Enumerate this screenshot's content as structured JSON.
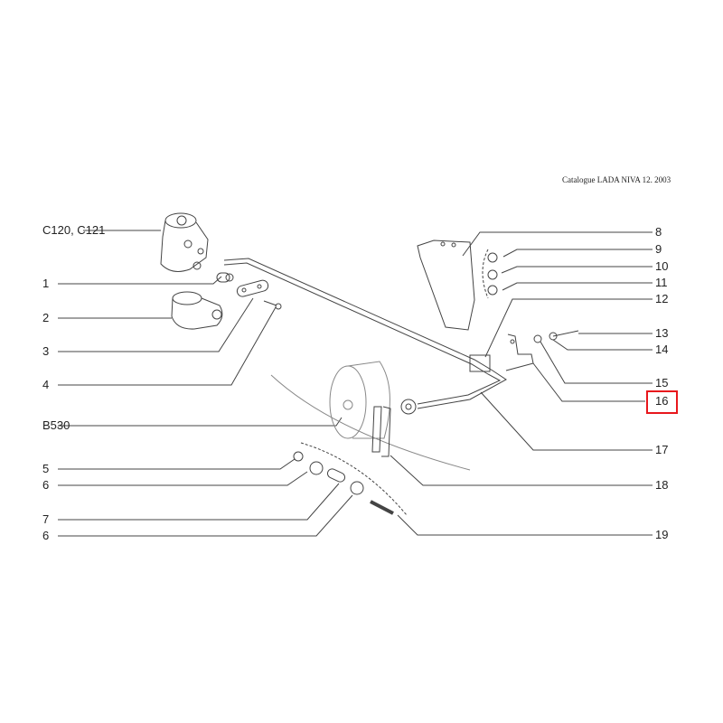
{
  "header": {
    "catalog": "Catalogue LADA NIVA 12. 2003"
  },
  "callouts_left": [
    "C120, C121",
    "1",
    "2",
    "3",
    "4",
    "B530",
    "5",
    "6",
    "7",
    "6"
  ],
  "callouts_right": [
    "8",
    "9",
    "10",
    "11",
    "12",
    "13",
    "14",
    "15",
    "16",
    "17",
    "18",
    "19"
  ],
  "highlighted_callout": "16",
  "colors": {
    "highlight": "#e8171c",
    "line": "#333333"
  }
}
